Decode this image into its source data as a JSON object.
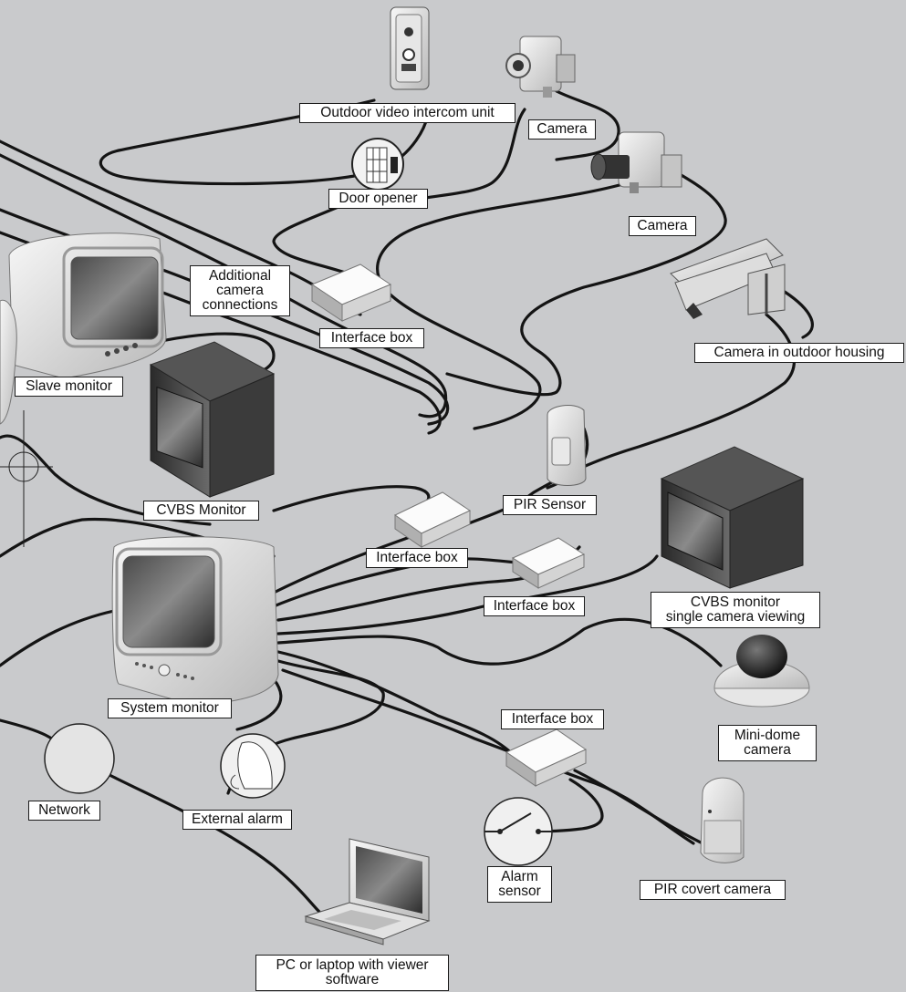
{
  "labels": {
    "outdoor_intercom": "Outdoor video intercom unit",
    "camera_1": "Camera",
    "door_opener": "Door opener",
    "camera_2": "Camera",
    "additional_connections": [
      "Additional",
      "camera",
      "connections"
    ],
    "interface_box_top": "Interface box",
    "camera_outdoor_housing": "Camera in outdoor housing",
    "slave_monitor": "Slave monitor",
    "cvbs_monitor": "CVBS Monitor",
    "pir_sensor": "PIR Sensor",
    "interface_box_mid": "Interface box",
    "interface_box_right": "Interface box",
    "cvbs_single": [
      "CVBS monitor",
      "single camera viewing"
    ],
    "system_monitor": "System monitor",
    "interface_box_bottom": "Interface box",
    "mini_dome": [
      "Mini-dome",
      "camera"
    ],
    "network": "Network",
    "external_alarm": "External alarm",
    "alarm_sensor": [
      "Alarm",
      "sensor"
    ],
    "pir_covert": "PIR covert camera",
    "pc_laptop": [
      "PC or laptop with viewer",
      "software"
    ]
  },
  "icons": [
    "intercom-icon",
    "camera-icon",
    "door-opener-icon",
    "outdoor-housing-camera-icon",
    "slave-monitor-icon",
    "cvbs-monitor-icon",
    "pir-sensor-icon",
    "interface-box-icon",
    "system-monitor-icon",
    "mini-dome-camera-icon",
    "network-icon",
    "external-alarm-icon",
    "alarm-sensor-icon",
    "pir-covert-camera-icon",
    "laptop-icon"
  ],
  "colors": {
    "background": "#c9cacc",
    "wire": "#141414",
    "label_fill": "#ffffff"
  }
}
